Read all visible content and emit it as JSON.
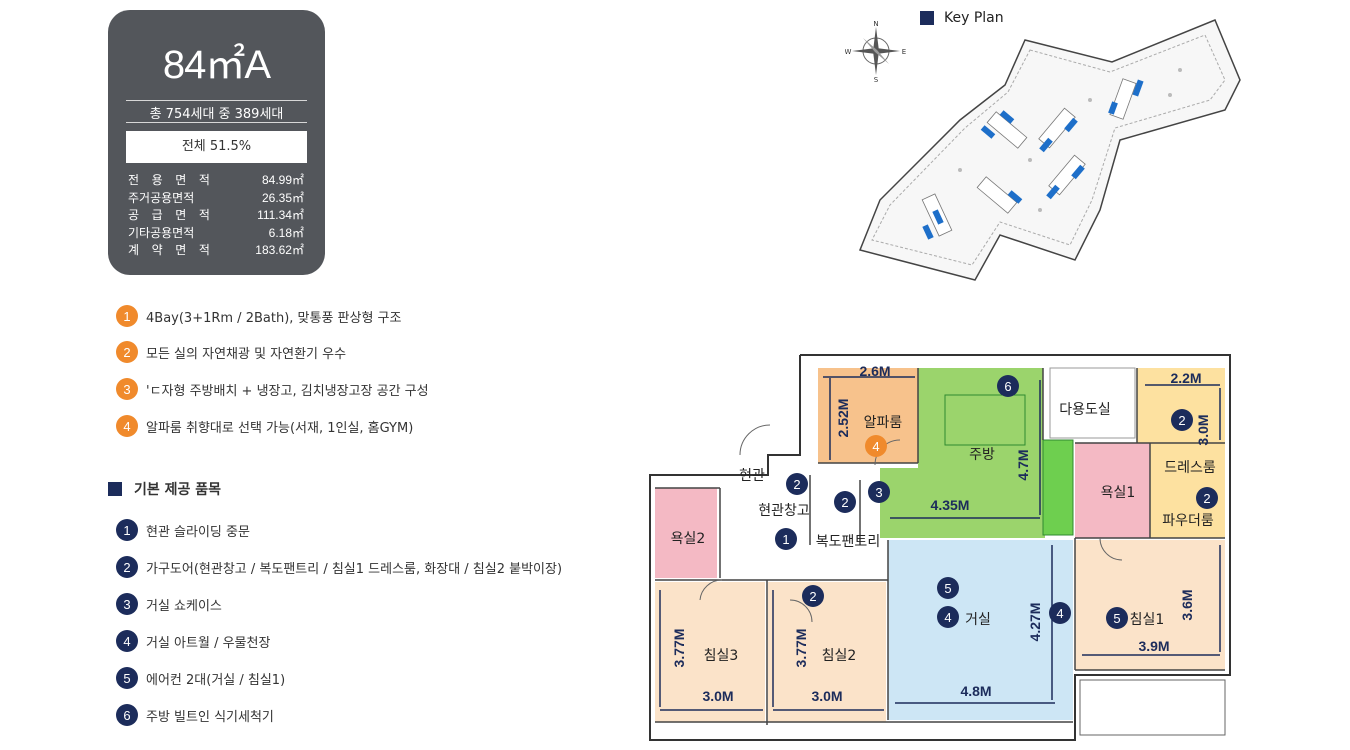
{
  "unit": {
    "type": "84㎡A",
    "households": "총 754세대 중 389세대",
    "ratio": "전체 51.5%",
    "areas": [
      {
        "label": [
          "전",
          "용",
          "면",
          "적"
        ],
        "value": "84.99㎡"
      },
      {
        "label": [
          "주거공용면적"
        ],
        "value": "26.35㎡"
      },
      {
        "label": [
          "공",
          "급",
          "면",
          "적"
        ],
        "value": "111.34㎡"
      },
      {
        "label": [
          "기타공용면적"
        ],
        "value": "6.18㎡"
      },
      {
        "label": [
          "계",
          "약",
          "면",
          "적"
        ],
        "value": "183.62㎡"
      }
    ]
  },
  "features": [
    {
      "num": "1",
      "text": "4Bay(3+1Rm / 2Bath), 맞통풍 판상형 구조"
    },
    {
      "num": "2",
      "text": "모든 실의 자연채광 및 자연환기 우수"
    },
    {
      "num": "3",
      "text": "'ㄷ자형 주방배치 + 냉장고, 김치냉장고장 공간 구성"
    },
    {
      "num": "4",
      "text": "알파룸 취향대로 선택 가능(서재, 1인실, 홈GYM)"
    }
  ],
  "basic": {
    "title": "기본 제공 품목",
    "items": [
      {
        "num": "1",
        "text": "현관 슬라이딩 중문"
      },
      {
        "num": "2",
        "text": "가구도어(현관창고 / 복도팬트리 / 침실1 드레스룸, 화장대 / 침실2 붙박이장)"
      },
      {
        "num": "3",
        "text": "거실 쇼케이스"
      },
      {
        "num": "4",
        "text": "거실 아트월 / 우물천장"
      },
      {
        "num": "5",
        "text": "에어컨 2대(거실 / 침실1)"
      },
      {
        "num": "6",
        "text": "주방 빌트인 식기세척기"
      }
    ]
  },
  "keyplan": {
    "title": "Key Plan",
    "compass": {
      "n": "N",
      "s": "S",
      "e": "E",
      "w": "W"
    }
  },
  "rooms": {
    "alpha": "알파룸",
    "kitchen": "주방",
    "utility": "다용도실",
    "dress": "드레스룸",
    "entry": "현관",
    "entry_storage": "현관창고",
    "bath1": "욕실1",
    "powder": "파우더룸",
    "bath2": "욕실2",
    "pantry": "복도팬트리",
    "living": "거실",
    "bed1": "침실1",
    "bed3": "침실3",
    "bed2": "침실2"
  },
  "dims": {
    "alpha_w": "2.6M",
    "alpha_h": "2.52M",
    "kitchen_w": "4.35M",
    "kitchen_h": "4.7M",
    "dress_w": "2.2M",
    "dress_h": "3.0M",
    "living_w": "4.8M",
    "living_h": "4.27M",
    "bed1_w": "3.9M",
    "bed1_h": "3.6M",
    "bed3_w": "3.0M",
    "bed3_h": "3.77M",
    "bed2_w": "3.0M",
    "bed2_h": "3.77M"
  },
  "markers": {
    "six": "6",
    "two": "2",
    "three": "3",
    "four": "4",
    "five": "5",
    "one": "1"
  },
  "colors": {
    "card": "#53565b",
    "orange": "#f08a2c",
    "navy": "#1c2c5b",
    "alpha": "#f7c28c",
    "kitchen": "#9bd46c",
    "living": "#cde6f5",
    "bedroom": "#fbe3c9",
    "bath": "#f4b9c4",
    "dress": "#fde1a0"
  }
}
